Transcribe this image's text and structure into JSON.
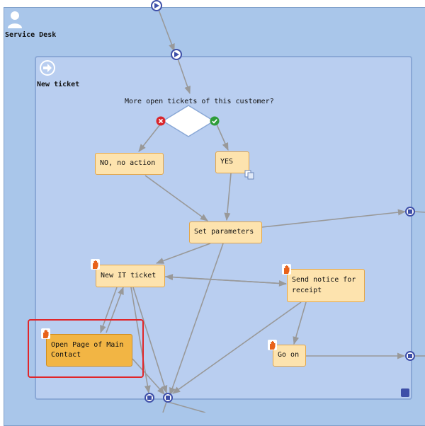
{
  "lane": {
    "title": "Service Desk",
    "icon": "user-icon"
  },
  "subprocess": {
    "title": "New ticket",
    "icon": "arrow-circle-icon"
  },
  "gateway": {
    "question": "More open tickets of this customer?",
    "no_icon": "red-x-icon",
    "yes_icon": "green-check-icon"
  },
  "tasks": {
    "no_action": "NO, no action",
    "yes": "YES",
    "set_parameters": "Set parameters",
    "new_it_ticket": "New IT ticket",
    "send_notice": "Send notice for receipt",
    "go_on": "Go on",
    "open_page": "Open Page of Main Contact"
  },
  "colors": {
    "lane_fill": "#a9c6ea",
    "subprocess_fill": "#b9cef0",
    "task_fill": "#fde3ae",
    "task_selected_fill": "#f2b544",
    "selection_frame": "#e0262a",
    "connector": "#999999"
  }
}
